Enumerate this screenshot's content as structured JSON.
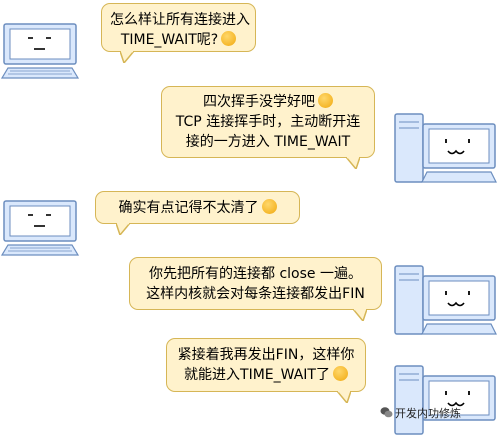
{
  "messages": [
    {
      "lines": [
        "怎么样让所有连接进入",
        "TIME_WAIT呢?"
      ],
      "emoji": "hushed-face"
    },
    {
      "lines": [
        "四次挥手没学好吧",
        "TCP 连接挥手时，主动断开连",
        "接的一方进入 TIME_WAIT"
      ],
      "emoji": "laughing-face"
    },
    {
      "lines": [
        "确实有点记得不太清了"
      ],
      "emoji": "sweat-smile-face"
    },
    {
      "lines": [
        "你先把所有的连接都 close 一遍。",
        "这样内核就会对每条连接都发出FIN"
      ],
      "emoji": ""
    },
    {
      "lines": [
        "紧接着我再发出FIN，这样你",
        "就能进入TIME_WAIT了"
      ],
      "emoji": "wink-face"
    }
  ],
  "watermark": {
    "text": "开发内功修炼",
    "icon": "wechat-icon"
  },
  "colors": {
    "bubble_fill": "#fff2cc",
    "bubble_border": "#d6b656",
    "left_monitor_fill": "#dae8fc",
    "left_monitor_stroke": "#6c8ebf",
    "right_monitor_fill": "#dae8fc",
    "right_monitor_stroke": "#6c8ebf"
  }
}
